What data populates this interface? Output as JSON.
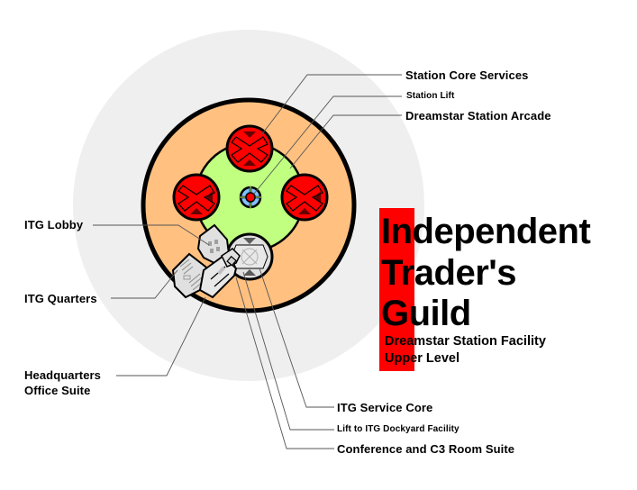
{
  "title": {
    "line1": "Independent",
    "line2": "Trader's",
    "line3": "Guild",
    "subtitle1": "Dreamstar Station Facility",
    "subtitle2": "Upper Level"
  },
  "labels": {
    "station_core_services": "Station Core Services",
    "station_lift": "Station Lift",
    "dreamstar_arcade": "Dreamstar Station Arcade",
    "itg_lobby": "ITG Lobby",
    "itg_quarters": "ITG Quarters",
    "hq_office_line1": "Headquarters",
    "hq_office_line2": "Office Suite",
    "itg_service_core": "ITG Service Core",
    "lift_dockyard": "Lift to ITG Dockyard Facility",
    "conference_c3": "Conference and C3 Room Suite"
  },
  "colors": {
    "backdrop": "#efefef",
    "ring": "#ffc080",
    "arcade": "#c0ff80",
    "core_pod": "#ff0000",
    "lift": "#80c0ff",
    "itg_facility": "#e0e0e0",
    "title_bar": "#ff0000"
  }
}
